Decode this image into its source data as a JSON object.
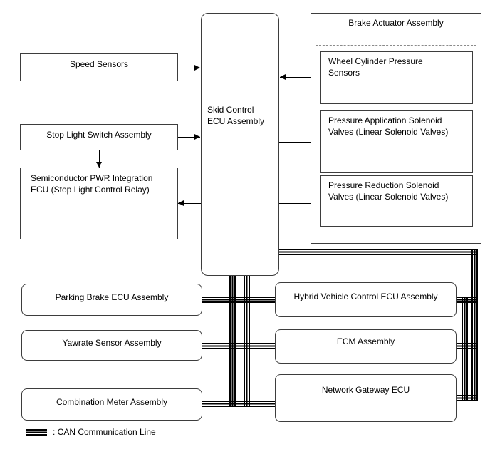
{
  "diagram": {
    "left_column": {
      "speed_sensors": "Speed Sensors",
      "stop_light_switch": "Stop Light Switch Assembly",
      "semiconductor_pwr": "Semiconductor PWR Integration ECU (Stop Light Control Relay)"
    },
    "center": {
      "skid_control": "Skid Control ECU Assembly"
    },
    "brake_actuator": {
      "title": "Brake Actuator Assembly",
      "wheel_cylinder": "Wheel Cylinder Pressure Sensors",
      "pressure_application": "Pressure Application Solenoid Valves (Linear Solenoid Valves)",
      "pressure_reduction": "Pressure Reduction Solenoid Valves (Linear Solenoid Valves)"
    },
    "can_nodes": {
      "parking_brake": "Parking Brake ECU Assembly",
      "yawrate": "Yawrate Sensor Assembly",
      "combination_meter": "Combination Meter Assembly",
      "hybrid_control": "Hybrid Vehicle Control ECU Assembly",
      "ecm": "ECM Assembly",
      "network_gateway": "Network Gateway ECU"
    },
    "legend": {
      "can_label": ": CAN Communication Line"
    },
    "colors": {
      "line": "#000000",
      "border": "#3d3d3d",
      "background": "#ffffff"
    }
  }
}
